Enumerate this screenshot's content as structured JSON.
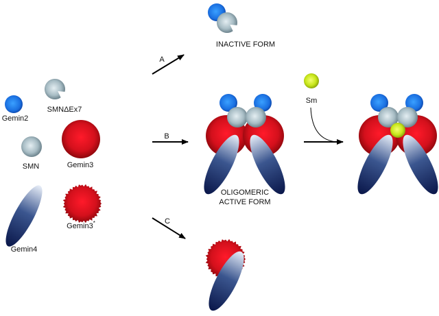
{
  "labels": {
    "gemin2": "Gemin2",
    "smn_dex7": "SMNΔEx7",
    "smn": "SMN",
    "gemin3": "Gemin3",
    "gemin3_star": "Gemin3",
    "gemin3_star_sup": "*",
    "gemin4": "Gemin4",
    "sm": "Sm"
  },
  "pathways": {
    "a": "A",
    "b": "B",
    "c": "C"
  },
  "forms": {
    "inactive": "INACTIVE FORM",
    "active_line1": "OLIGOMERIC",
    "active_line2": "ACTIVE FORM"
  },
  "colors": {
    "gemin2": "#1a6fe0",
    "smn": "#9fb4bd",
    "gemin3": "#e0101e",
    "gemin4": "#0d1f5a",
    "sm": "#c7e61a"
  }
}
